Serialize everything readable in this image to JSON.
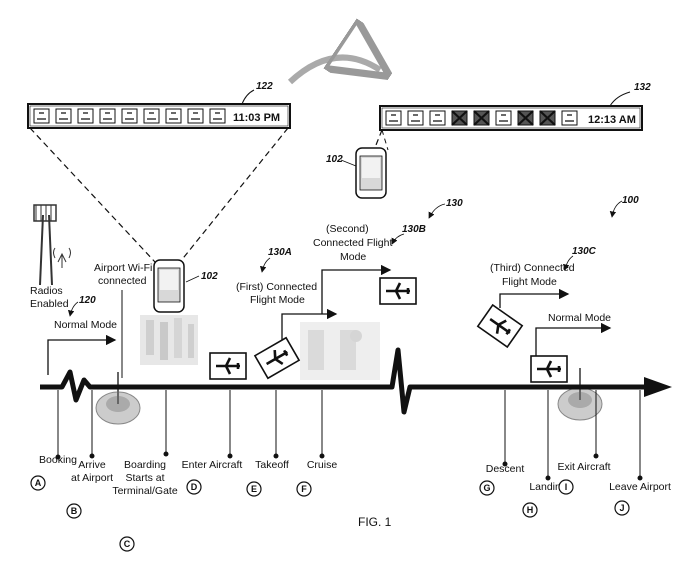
{
  "figure_label": "FIG. 1",
  "status_bars": {
    "first": {
      "ref": "122",
      "time": "11:03 PM",
      "icons": [
        "voicemail-icon",
        "calendar-icon",
        "bluetooth-icon",
        "message-icon",
        "gps-icon",
        "wifi-icon",
        "data-4g-icon",
        "signal-bars-icon",
        "battery-icon"
      ]
    },
    "second": {
      "ref": "132",
      "time": "12:13 AM",
      "icons": [
        "voicemail-icon",
        "calendar-icon",
        "bluetooth-icon",
        "bluetooth-disabled-icon",
        "gps-disabled-icon",
        "wifi-icon",
        "data-disabled-icon",
        "signal-disabled-icon",
        "battery-icon"
      ]
    }
  },
  "refs": {
    "phone1": "102",
    "phone2": "102",
    "system": "100",
    "flight_modes": "130",
    "mode_a": "130A",
    "mode_b": "130B",
    "mode_c": "130C",
    "radios": "120"
  },
  "labels": {
    "radios": [
      "Radios",
      "Enabled"
    ],
    "normal_mode": "Normal Mode",
    "normal_mode_end": "Normal Mode",
    "airport_wifi": [
      "Airport Wi-Fi",
      "connected"
    ],
    "first_mode": [
      "(First) Connected",
      "Flight Mode"
    ],
    "second_mode": [
      "(Second)",
      "Connected Flight",
      "Mode"
    ],
    "third_mode": [
      "(Third) Connected",
      "Flight Mode"
    ]
  },
  "events": [
    {
      "letter": "A",
      "text": [
        "Booking"
      ]
    },
    {
      "letter": "B",
      "text": [
        "Arrive",
        "at Airport"
      ]
    },
    {
      "letter": "C",
      "text": [
        "Boarding",
        "Starts at",
        "Terminal/Gate"
      ]
    },
    {
      "letter": "D",
      "text": [
        "Enter Aircraft"
      ]
    },
    {
      "letter": "E",
      "text": [
        "Takeoff"
      ]
    },
    {
      "letter": "F",
      "text": [
        "Cruise"
      ]
    },
    {
      "letter": "G",
      "text": [
        "Descent"
      ]
    },
    {
      "letter": "H",
      "text": [
        "Landing"
      ]
    },
    {
      "letter": "I",
      "text": [
        "Exit Aircraft"
      ]
    },
    {
      "letter": "J",
      "text": [
        "Leave Airport"
      ]
    }
  ]
}
